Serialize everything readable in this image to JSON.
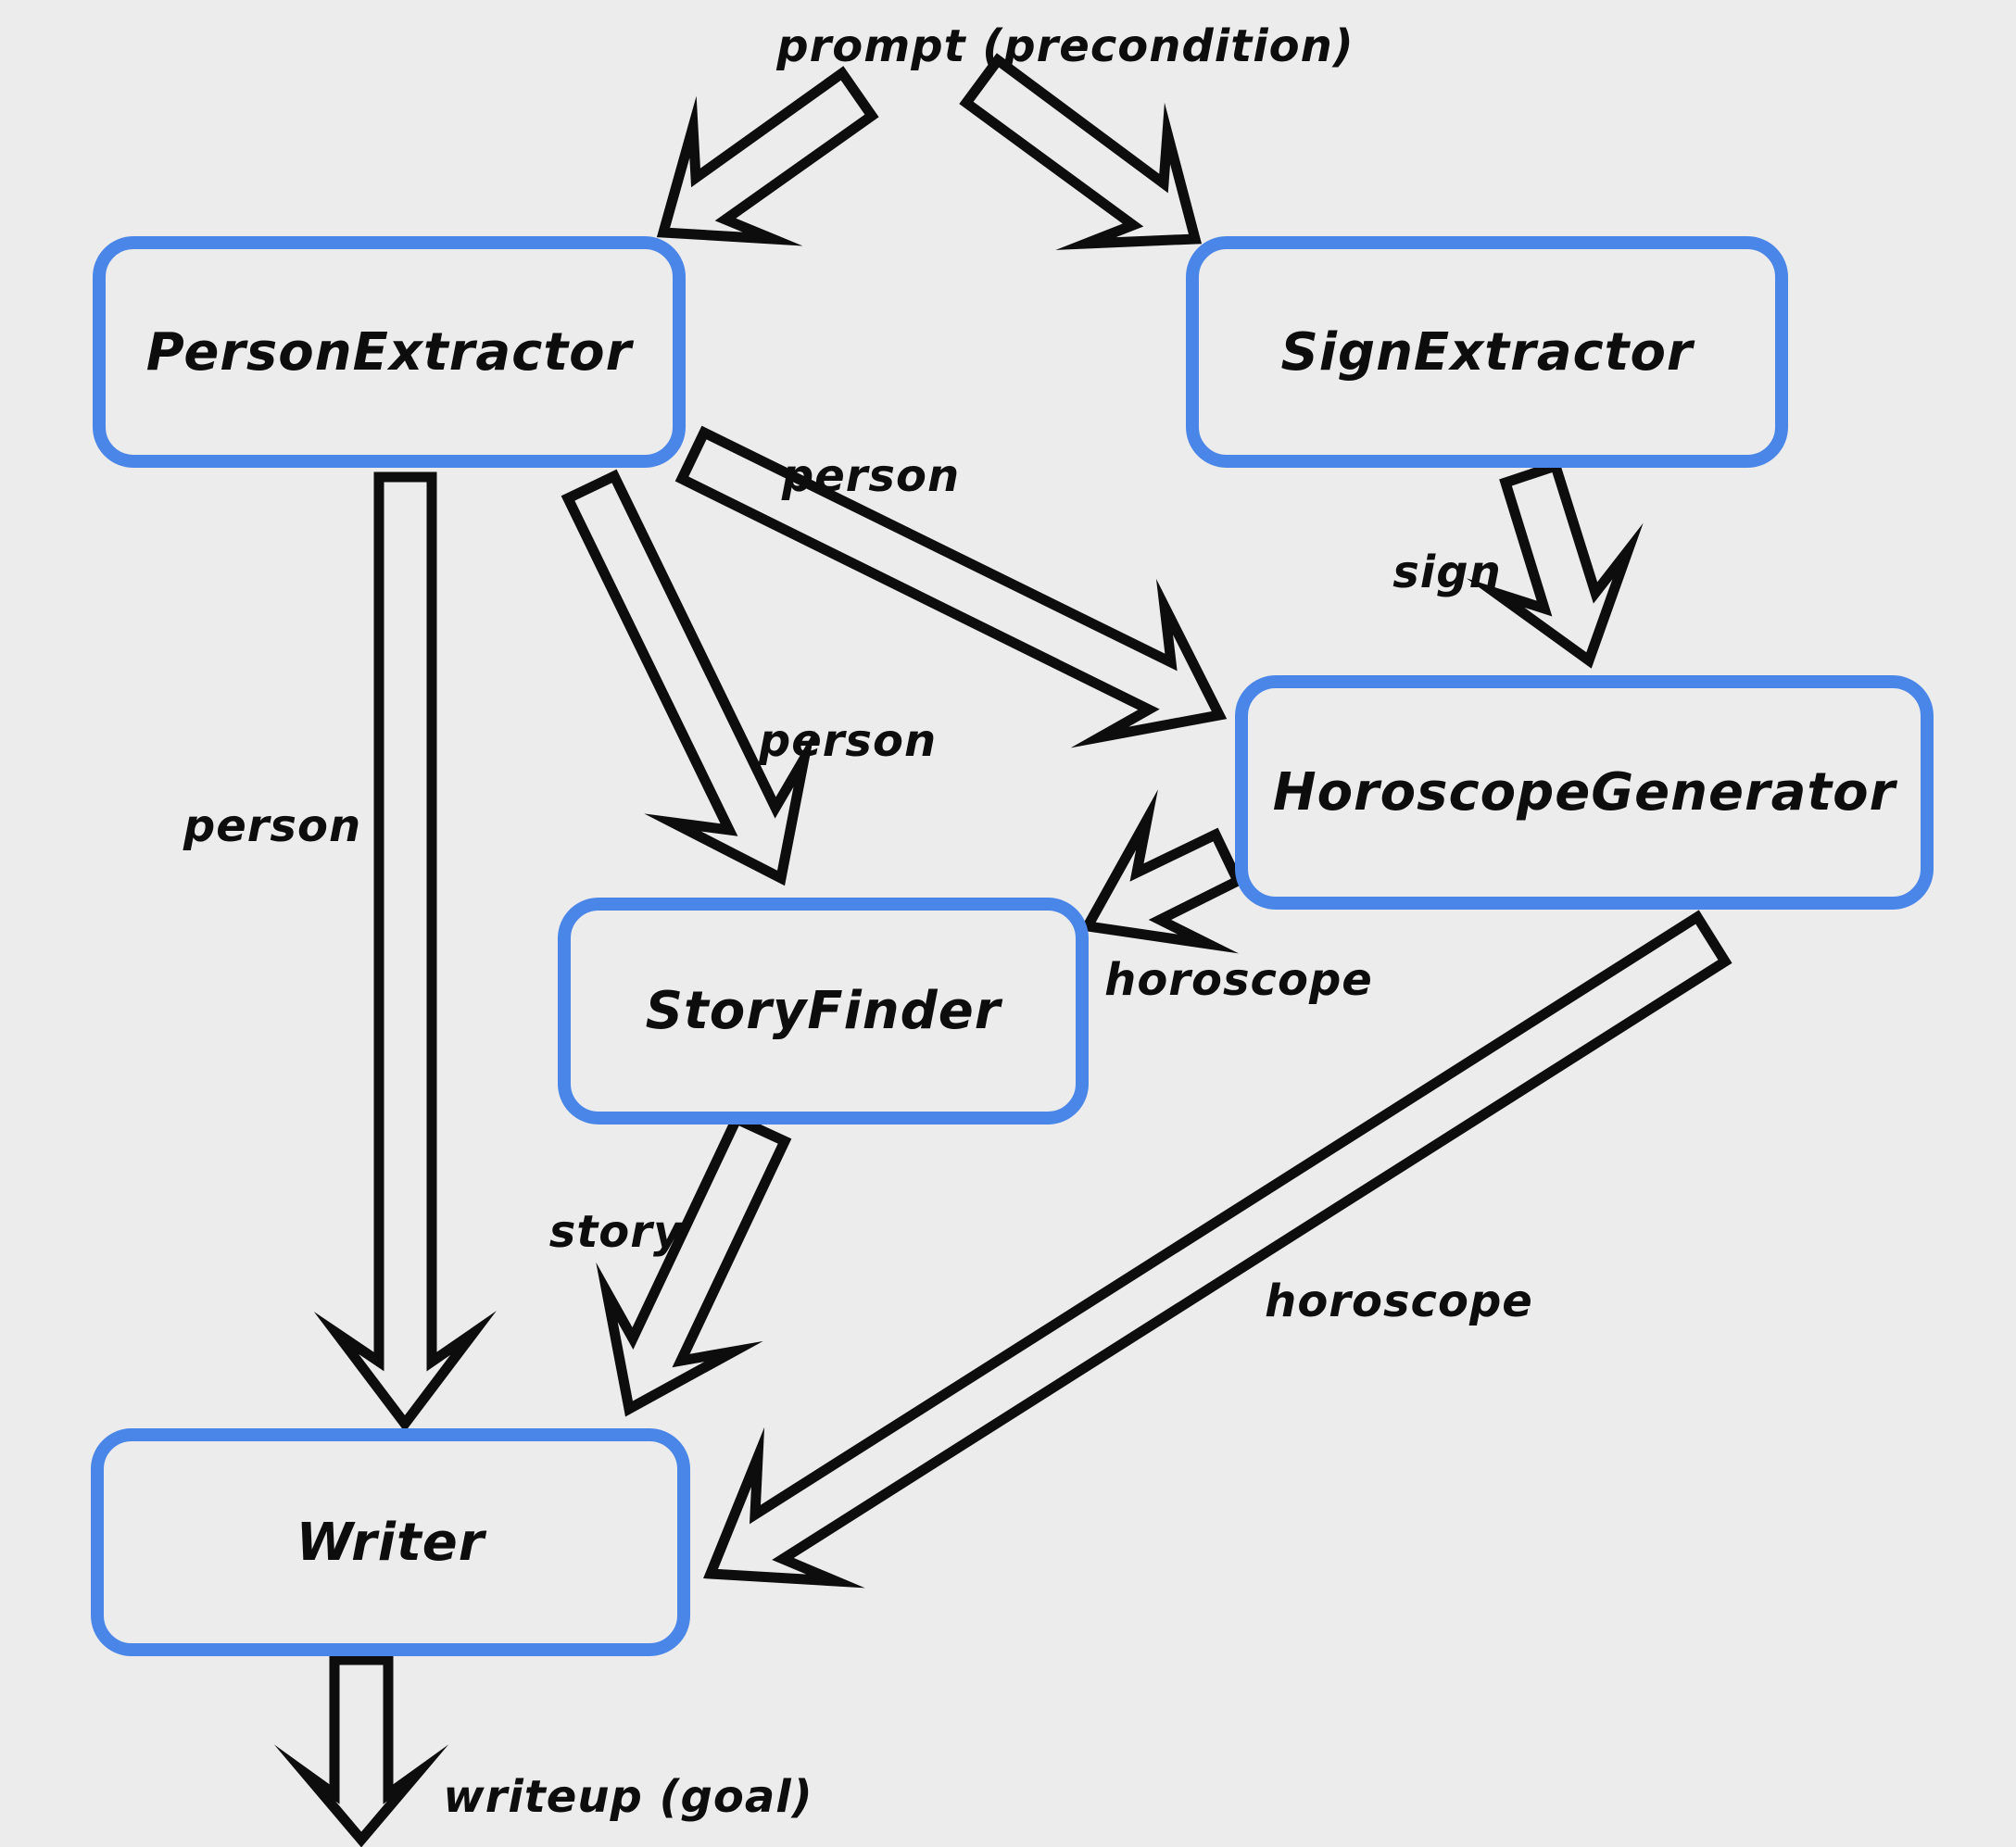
{
  "diagram": {
    "type": "dependency-flowchart",
    "colors": {
      "background": "#ececec",
      "node_border": "#4a86e8",
      "line": "#0d0d0d"
    },
    "nodes": [
      {
        "id": "person-extractor",
        "label": "PersonExtractor"
      },
      {
        "id": "sign-extractor",
        "label": "SignExtractor"
      },
      {
        "id": "horoscope-generator",
        "label": "HoroscopeGenerator"
      },
      {
        "id": "story-finder",
        "label": "StoryFinder"
      },
      {
        "id": "writer",
        "label": "Writer"
      }
    ],
    "edges": [
      {
        "from": "prompt",
        "to": "PersonExtractor",
        "label": "prompt (precondition)"
      },
      {
        "from": "prompt",
        "to": "SignExtractor",
        "label": "prompt (precondition)"
      },
      {
        "from": "PersonExtractor",
        "to": "HoroscopeGenerator",
        "label": "person"
      },
      {
        "from": "PersonExtractor",
        "to": "StoryFinder",
        "label": "person"
      },
      {
        "from": "PersonExtractor",
        "to": "Writer",
        "label": "person"
      },
      {
        "from": "SignExtractor",
        "to": "HoroscopeGenerator",
        "label": "sign"
      },
      {
        "from": "HoroscopeGenerator",
        "to": "StoryFinder",
        "label": "horoscope"
      },
      {
        "from": "HoroscopeGenerator",
        "to": "Writer",
        "label": "horoscope"
      },
      {
        "from": "StoryFinder",
        "to": "Writer",
        "label": "story"
      },
      {
        "from": "Writer",
        "to": "output",
        "label": "writeup (goal)"
      }
    ]
  }
}
